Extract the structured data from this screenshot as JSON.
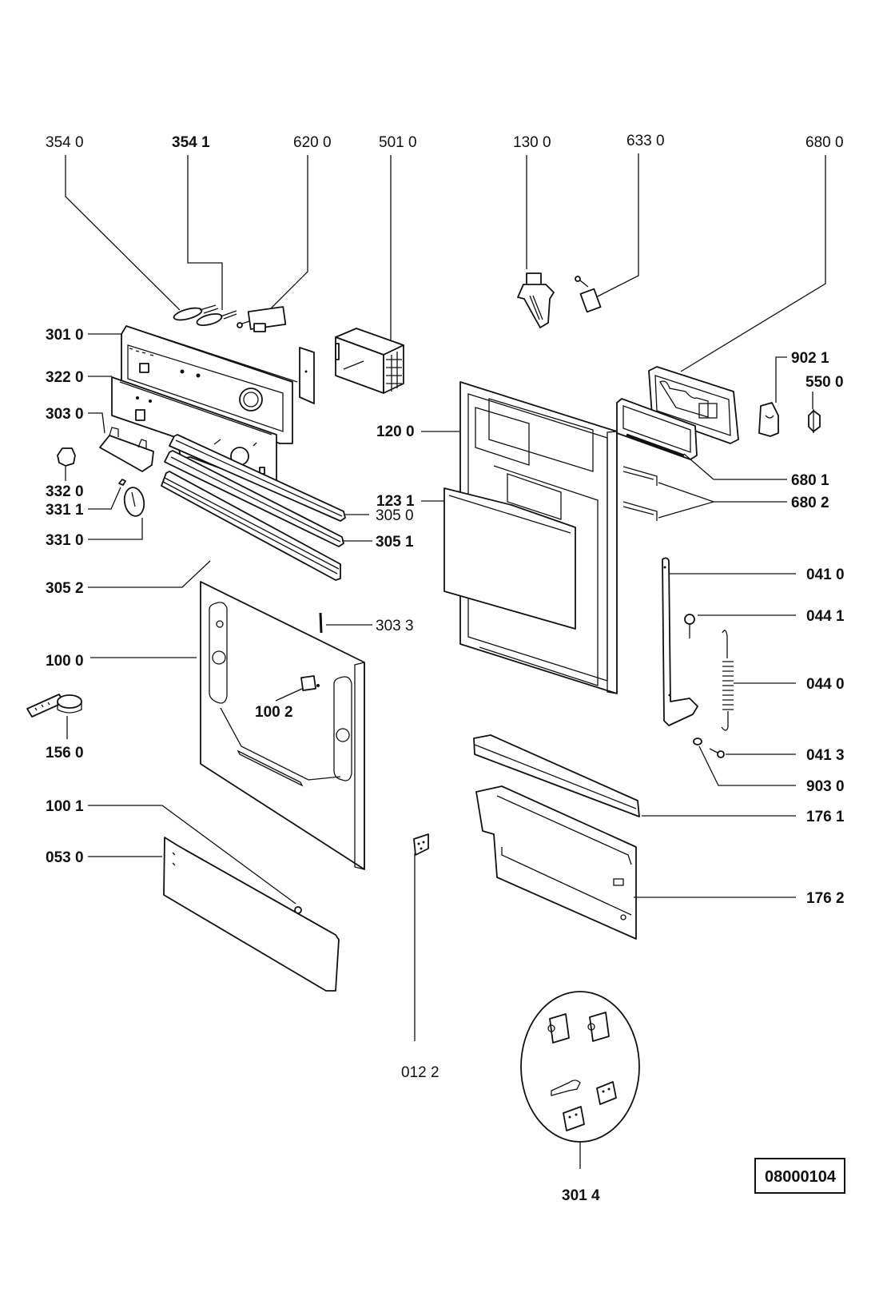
{
  "title": "Dishwasher door and control panel exploded parts diagram",
  "document_id": "08000104",
  "labels": {
    "p3540": "354 0",
    "p3541": "354 1",
    "p6200": "620 0",
    "p5010": "501 0",
    "p1300": "130 0",
    "p6330": "633 0",
    "p6800": "680 0",
    "p3010": "301 0",
    "p3220": "322 0",
    "p3030": "303 0",
    "p3320": "332 0",
    "p3311": "331 1",
    "p3310": "331 0",
    "p3052": "305 2",
    "p3050": "305 0",
    "p3051": "305 1",
    "p3033": "303 3",
    "p1000": "100 0",
    "p1002": "100 2",
    "p1560": "156 0",
    "p1001": "100 1",
    "p0530": "053 0",
    "p0122": "012 2",
    "p3014": "301 4",
    "p1200": "120 0",
    "p1231": "123 1",
    "p9021": "902 1",
    "p5500": "550 0",
    "p6801": "680 1",
    "p6802": "680 2",
    "p0410": "041 0",
    "p0441": "044 1",
    "p0440": "044 0",
    "p0413": "041 3",
    "p9030": "903 0",
    "p1761": "176 1",
    "p1762": "176 2"
  }
}
